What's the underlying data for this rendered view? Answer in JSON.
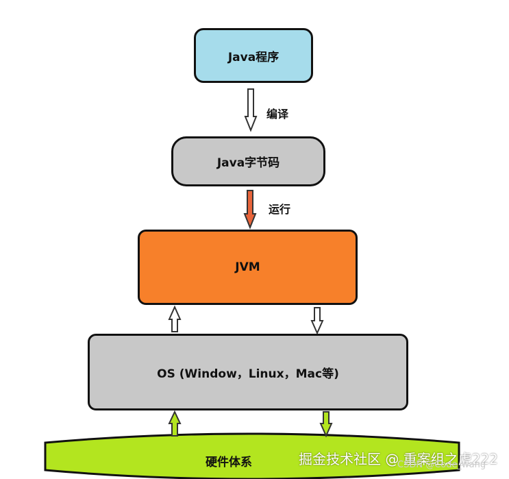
{
  "nodes": {
    "java_program": {
      "label": "Java程序",
      "color": "#a6dceb"
    },
    "bytecode": {
      "label": "Java字节码",
      "color": "#c8c8c8"
    },
    "jvm": {
      "label": "JVM",
      "color": "#f7802a"
    },
    "os": {
      "label": "OS (Window，Linux，Mac等)",
      "color": "#c8c8c8"
    },
    "hardware": {
      "label": "硬件体系",
      "color": "#b3e51f"
    }
  },
  "edges": {
    "compile": {
      "label": "编译"
    },
    "run": {
      "label": "运行"
    }
  },
  "watermark": {
    "main": "掘金技术社区 @ 重案组之虎222",
    "csdn": "CSDN @Code_wang"
  }
}
